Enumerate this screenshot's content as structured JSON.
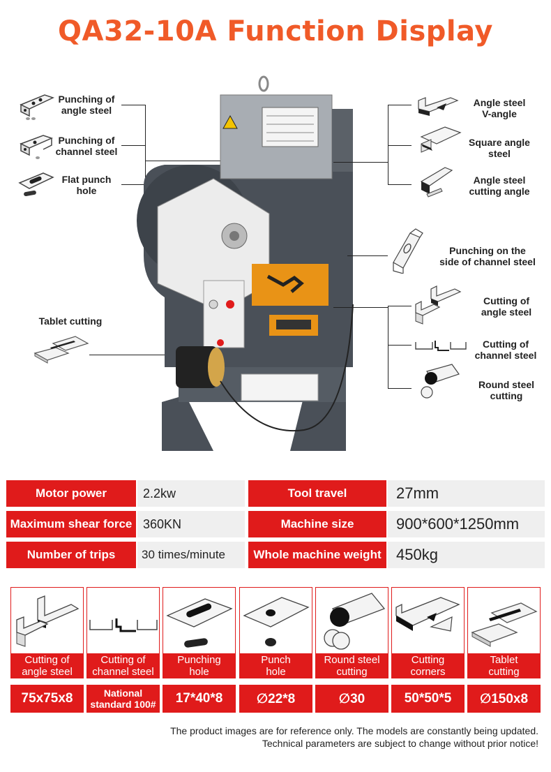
{
  "title": "QA32-10A Function Display",
  "callouts_left": [
    {
      "label": "Punching of\nangle steel",
      "icon": "angle-punch-icon"
    },
    {
      "label": "Punching of\nchannel steel",
      "icon": "channel-punch-icon"
    },
    {
      "label": "Flat punch\nhole",
      "icon": "flat-punch-icon"
    },
    {
      "label": "Tablet cutting",
      "icon": "tablet-cutting-icon"
    }
  ],
  "callouts_right": [
    {
      "label": "Angle steel\nV-angle",
      "icon": "v-angle-icon"
    },
    {
      "label": "Square angle\nsteel",
      "icon": "square-angle-icon"
    },
    {
      "label": "Angle steel\ncutting angle",
      "icon": "cutting-angle-icon"
    },
    {
      "label": "Punching on the\nside of channel steel",
      "icon": "channel-side-punch-icon"
    },
    {
      "label": "Cutting of\nangle steel",
      "icon": "angle-cutting-icon"
    },
    {
      "label": "Cutting of\nchannel steel",
      "icon": "channel-cutting-icon"
    },
    {
      "label": "Round steel\ncutting",
      "icon": "round-steel-icon"
    }
  ],
  "specs": [
    {
      "key": "Motor power",
      "value": "2.2kw",
      "key2": "Tool travel",
      "value2": "27mm"
    },
    {
      "key": "Maximum shear force",
      "value": "360KN",
      "key2": "Machine size",
      "value2": "900*600*1250mm"
    },
    {
      "key": "Number of trips",
      "value": "30 times/minute",
      "key2": "Whole machine weight",
      "value2": "450kg"
    }
  ],
  "cards": [
    {
      "caption": "Cutting of\nangle steel",
      "value": "75x75x8",
      "icon": "angle-cut-card-icon"
    },
    {
      "caption": "Cutting of\nchannel steel",
      "value": "National\nstandard 100#",
      "icon": "channel-cut-card-icon"
    },
    {
      "caption": "Punching\nhole",
      "value": "17*40*8",
      "icon": "slot-punch-card-icon"
    },
    {
      "caption": "Punch\nhole",
      "value": "∅22*8",
      "icon": "round-punch-card-icon"
    },
    {
      "caption": "Round steel\ncutting",
      "value": "∅30",
      "icon": "round-steel-card-icon"
    },
    {
      "caption": "Cutting\ncorners",
      "value": "50*50*5",
      "icon": "corner-cut-card-icon"
    },
    {
      "caption": "Tablet\ncutting",
      "value": "∅150x8",
      "icon": "tablet-card-icon"
    }
  ],
  "note": [
    "The product images are for reference only. The models are constantly being updated.",
    "Technical parameters are subject to change without prior notice!"
  ],
  "colors": {
    "title": "#f05a28",
    "accent_red": "#e01b1b",
    "spec_bg": "#efefef",
    "machine_body": "#4a5058"
  }
}
